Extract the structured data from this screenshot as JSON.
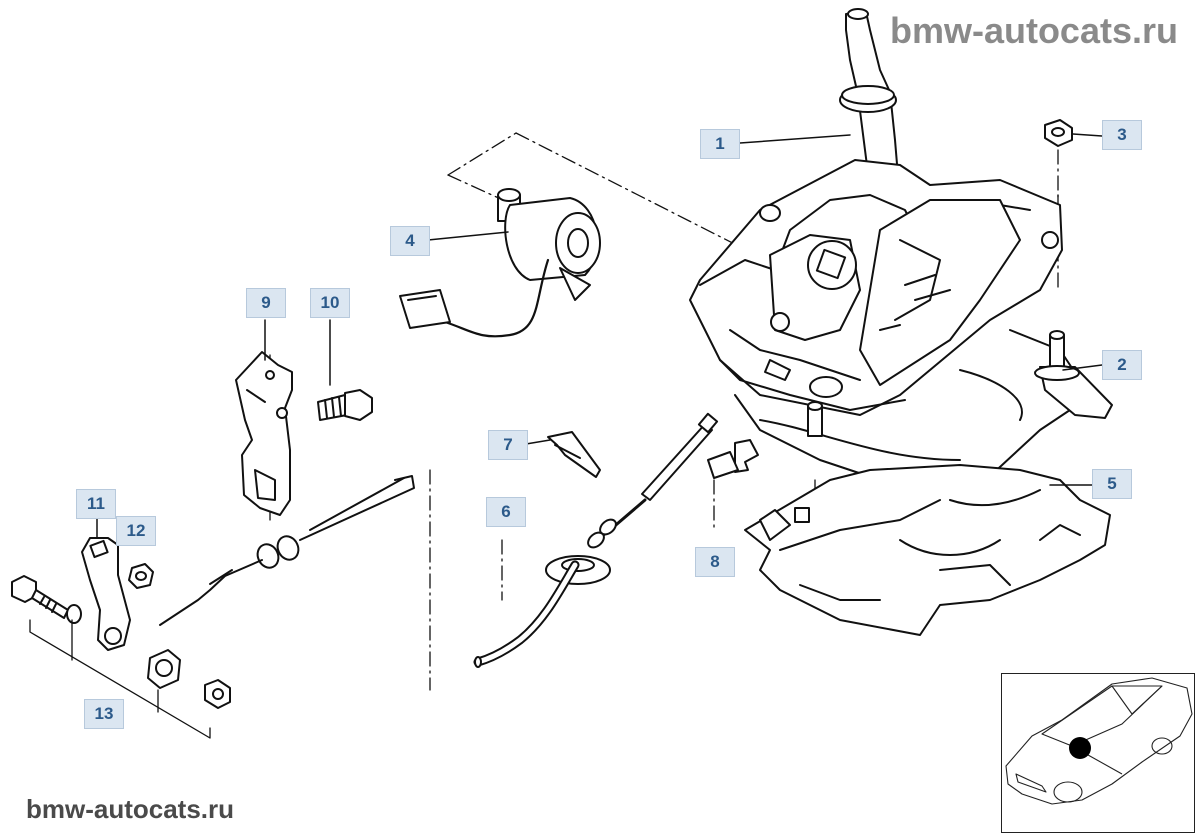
{
  "watermark_top": "bmw-autocats.ru",
  "watermark_bottom": "bmw-autocats.ru",
  "callouts": [
    "1",
    "2",
    "3",
    "4",
    "5",
    "6",
    "7",
    "8",
    "9",
    "10",
    "11",
    "12",
    "13"
  ],
  "colors": {
    "callout_fill": "#dbe6f1",
    "callout_text": "#2c5a8a",
    "line_art": "#111111",
    "location_marker": "#000000"
  }
}
